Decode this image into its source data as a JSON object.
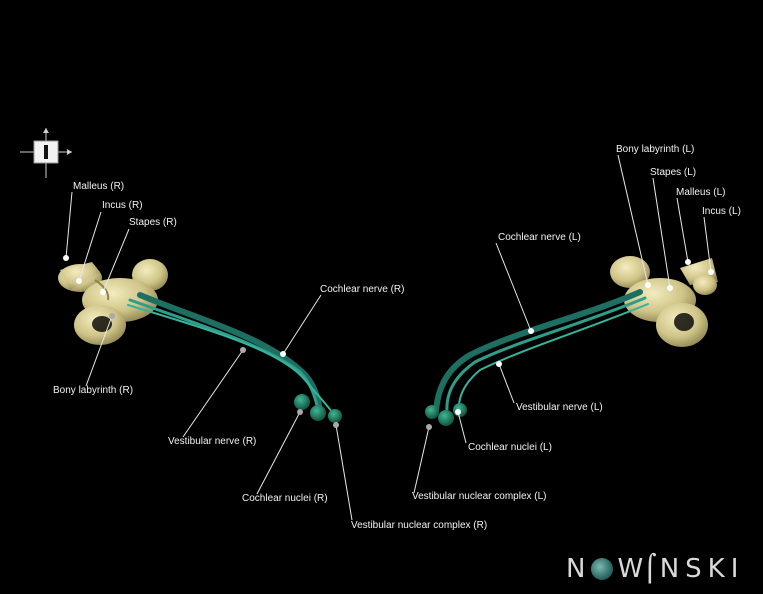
{
  "labels": {
    "malleus_r": "Malleus (R)",
    "incus_r": "Incus (R)",
    "stapes_r": "Stapes (R)",
    "bony_labyrinth_r": "Bony labyrinth (R)",
    "cochlear_nerve_r": "Cochlear nerve (R)",
    "vestibular_nerve_r": "Vestibular nerve (R)",
    "cochlear_nuclei_r": "Cochlear nuclei (R)",
    "vestibular_nuclear_complex_r": "Vestibular nuclear complex (R)",
    "bony_labyrinth_l": "Bony labyrinth (L)",
    "stapes_l": "Stapes (L)",
    "malleus_l": "Malleus (L)",
    "incus_l": "Incus (L)",
    "cochlear_nerve_l": "Cochlear nerve (L)",
    "vestibular_nerve_l": "Vestibular nerve (L)",
    "cochlear_nuclei_l": "Cochlear nuclei (L)",
    "vestibular_nuclear_complex_l": "Vestibular nuclear complex (L)"
  },
  "brand": {
    "left": "N",
    "mid": "W",
    "right": "NSKI"
  },
  "colors": {
    "bone": "#d8cf96",
    "nerve": "#2e9e8a",
    "nucleus": "#1f7a63",
    "text": "#f2f2f2"
  },
  "icons": {
    "orientation": "orientation-compass-icon",
    "brand_globe": "brain-globe-icon"
  }
}
